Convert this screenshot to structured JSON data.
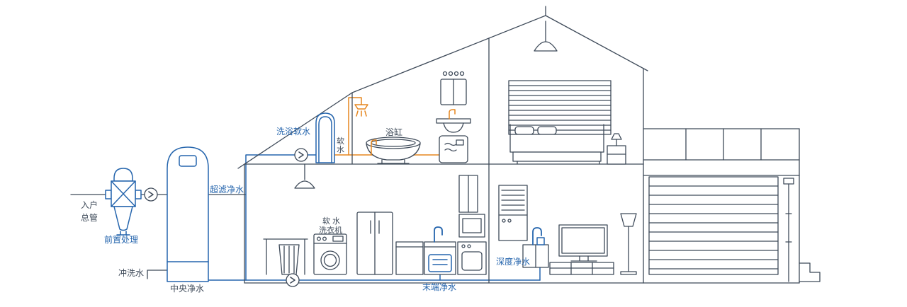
{
  "colors": {
    "line": "#3e4a59",
    "blue": "#2565ad",
    "orange": "#e5861f",
    "background": "#ffffff",
    "text_dark": "#3e4a59",
    "text_blue": "#2565ad"
  },
  "labels": {
    "inlet_1": "入户",
    "inlet_2": "总管",
    "prefilter": "前置处理",
    "flush_water": "冲洗水",
    "central_purifier": "中央净水",
    "ultrafiltration": "超滤净水",
    "bath_softener": "洗浴软水",
    "soft_water_1": "软",
    "soft_water_2": "水",
    "bathtub": "浴缸",
    "washer_line1": "软 水",
    "washer_line2": "洗衣机",
    "terminal_purifier": "末端净水",
    "deep_purifier": "深度净水"
  }
}
